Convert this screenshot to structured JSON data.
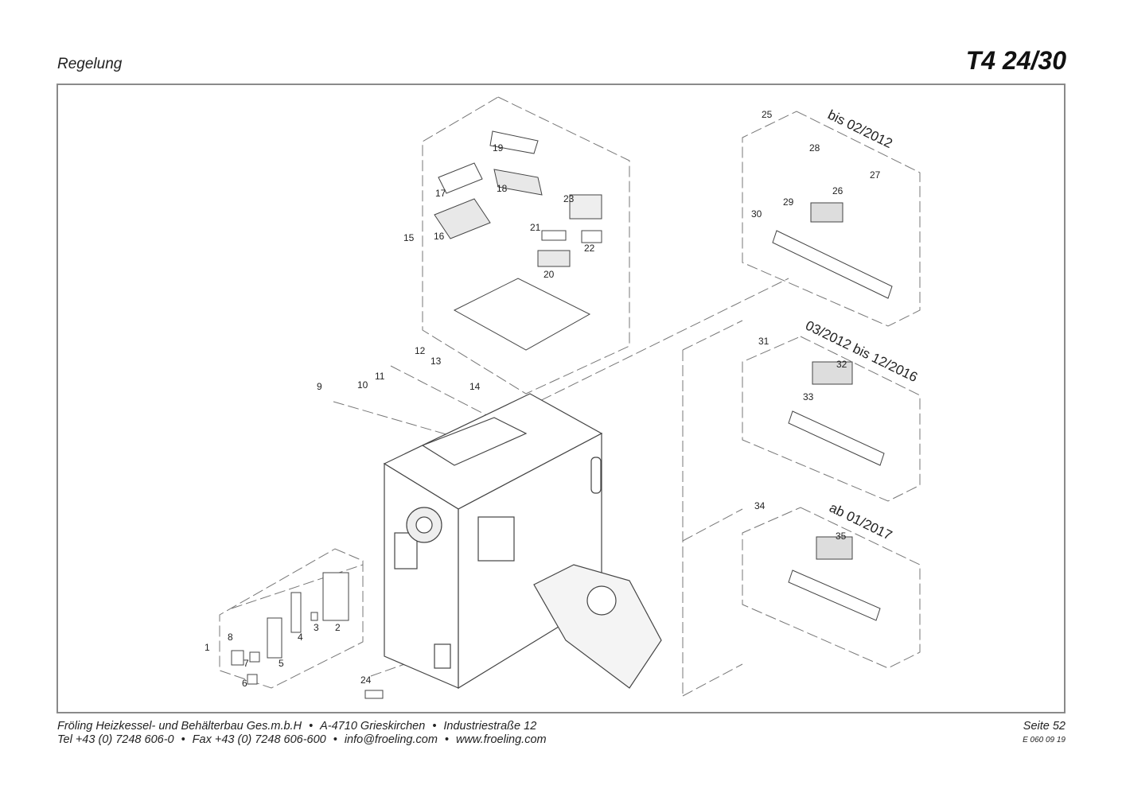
{
  "header": {
    "section": "Regelung",
    "model": "T4 24/30"
  },
  "diagram": {
    "callouts": [
      "1",
      "2",
      "3",
      "4",
      "5",
      "6",
      "7",
      "8",
      "9",
      "10",
      "11",
      "12",
      "13",
      "14",
      "15",
      "16",
      "17",
      "18",
      "19",
      "20",
      "21",
      "22",
      "23",
      "24",
      "25",
      "26",
      "27",
      "28",
      "29",
      "30",
      "31",
      "32",
      "33",
      "34",
      "35"
    ],
    "variants": [
      {
        "id": "25",
        "label": "bis 02/2012"
      },
      {
        "id": "31",
        "label": "03/2012 bis 12/2016"
      },
      {
        "id": "34",
        "label": "ab 01/2017"
      }
    ]
  },
  "footer": {
    "company": "Fröling Heizkessel- und Behälterbau Ges.m.b.H",
    "address": "A-4710 Grieskirchen",
    "street": "Industriestraße 12",
    "tel": "Tel +43 (0) 7248 606-0",
    "fax": "Fax +43 (0) 7248 606-600",
    "email": "info@froeling.com",
    "web": "www.froeling.com",
    "bullet": "•",
    "page": "Seite 52",
    "doc_code": "E 060 09 19"
  }
}
